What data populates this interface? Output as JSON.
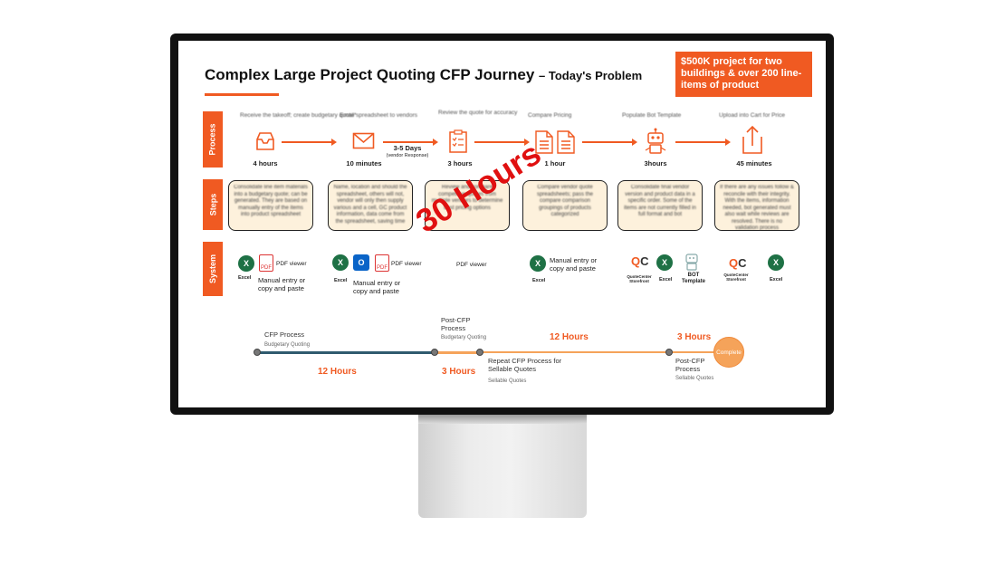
{
  "slide": {
    "title": "Complex Large Project Quoting CFP Journey",
    "subtitle": "– Today's Problem",
    "callout": "$500K project for two buildings & over 200 line-items of product",
    "stamp": "30 Hours",
    "accent": "#f05a22"
  },
  "rows": {
    "process": "Process",
    "steps": "Steps",
    "system": "System"
  },
  "process_steps": [
    {
      "desc": "Receive the takeoff; create budgetary quote*",
      "icon": "inbox-tray-icon",
      "time": "4 hours"
    },
    {
      "desc": "Email spreadsheet to vendors",
      "icon": "envelope-icon",
      "time": "10 minutes"
    },
    {
      "desc": "Review the quote for accuracy",
      "icon": "checklist-icon",
      "time": "3 hours"
    },
    {
      "desc": "Compare Pricing",
      "icon": "documents-icon",
      "time": "1 hour"
    },
    {
      "desc": "Populate Bot Template",
      "icon": "robot-icon",
      "time": "3hours"
    },
    {
      "desc": "Upload into Cart for Price",
      "icon": "upload-icon",
      "time": "45 minutes"
    }
  ],
  "vendor_wait": {
    "days": "3-5 Days",
    "note": "(vendor Response)"
  },
  "step_boxes": [
    "Consolidate line item materials into a budgetary quote; can be generated. They are based on manually entry of the items into product spreadsheet",
    "Name, location and should the spreadsheet, others will not, vendor will only then supply various and a cell, GC product information, data come from the spreadsheet, saving time",
    "Review and compare competitive quotes from multiple vendors to determine best pricing options",
    "Compare vendor quote spreadsheets; pass the compare comparison groupings of products categorized",
    "Consolidate final vendor version and product data in a specific order. Some of the items are not currently filled in full format and bot",
    "If there are any issues follow & reconcile with their integrity. With the items, information needed, bot generated must also wait while reviews are resolved. There is no validation process"
  ],
  "systems": {
    "excel": "Excel",
    "pdf_viewer": "PDF viewer",
    "manual_entry": "Manual entry or copy and paste",
    "quotecenter": "QuoteCenter Storefront",
    "bot_template": "BOT Template"
  },
  "timeline": {
    "cfp_process": "CFP Process",
    "budgetary_quoting": "Budgetary Quoting",
    "post_cfp_process": "Post-CFP Process",
    "repeat_cfp": "Repeat CFP Process for Sellable Quotes",
    "sellable_quotes": "Sellable Quotes",
    "complete": "Complete",
    "hours_12a": "12 Hours",
    "hours_3a": "3 Hours",
    "hours_12b": "12 Hours",
    "hours_3b": "3 Hours"
  }
}
